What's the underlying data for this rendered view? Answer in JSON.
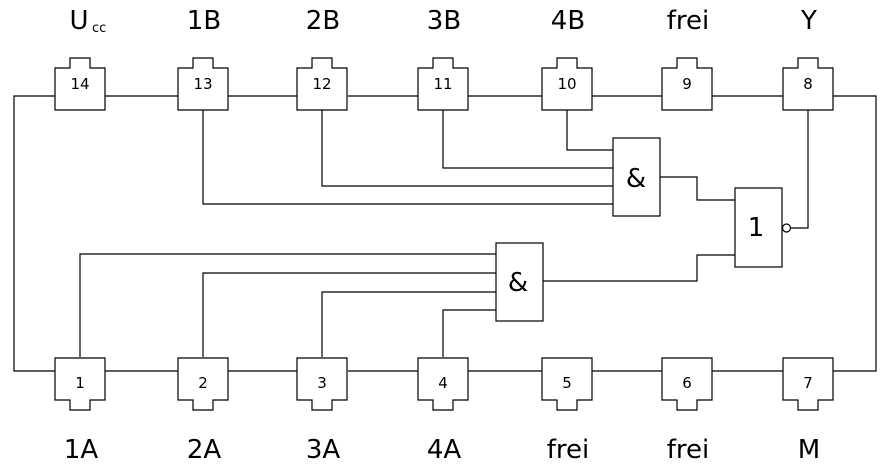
{
  "top_pins": [
    {
      "number": "14",
      "label": "U",
      "label_sub": "cc"
    },
    {
      "number": "13",
      "label": "1B"
    },
    {
      "number": "12",
      "label": "2B"
    },
    {
      "number": "11",
      "label": "3B"
    },
    {
      "number": "10",
      "label": "4B"
    },
    {
      "number": "9",
      "label": "frei"
    },
    {
      "number": "8",
      "label": "Y"
    }
  ],
  "bottom_pins": [
    {
      "number": "1",
      "label": "1A"
    },
    {
      "number": "2",
      "label": "2A"
    },
    {
      "number": "3",
      "label": "3A"
    },
    {
      "number": "4",
      "label": "4A"
    },
    {
      "number": "5",
      "label": "frei"
    },
    {
      "number": "6",
      "label": "frei"
    },
    {
      "number": "7",
      "label": "M"
    }
  ],
  "gates": {
    "and_upper": "&",
    "and_lower": "&",
    "nor": "1"
  }
}
